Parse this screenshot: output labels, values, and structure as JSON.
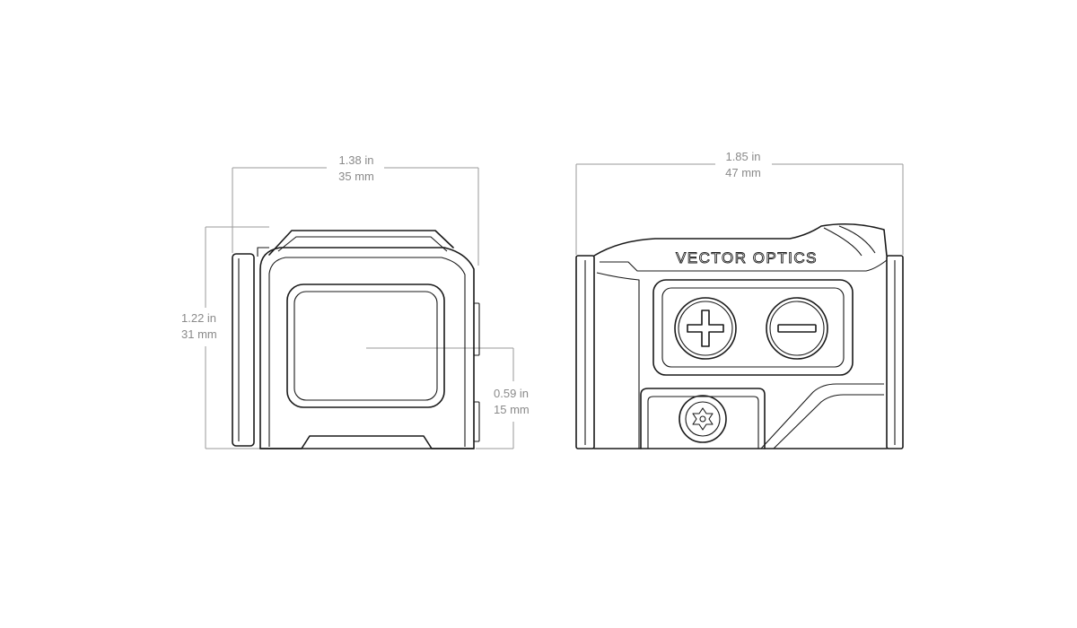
{
  "front_view": {
    "width": {
      "in": "1.38 in",
      "mm": "35 mm"
    },
    "height": {
      "in": "1.22  in",
      "mm": "31 mm"
    },
    "axis_height": {
      "in": "0.59 in",
      "mm": "15 mm"
    }
  },
  "side_view": {
    "length": {
      "in": "1.85 in",
      "mm": "47 mm"
    },
    "brand_logo": "VECTOR OPTICS"
  },
  "colors": {
    "outline": "#1a1a1a",
    "dimension": "#9a9a9a",
    "background": "#ffffff"
  }
}
